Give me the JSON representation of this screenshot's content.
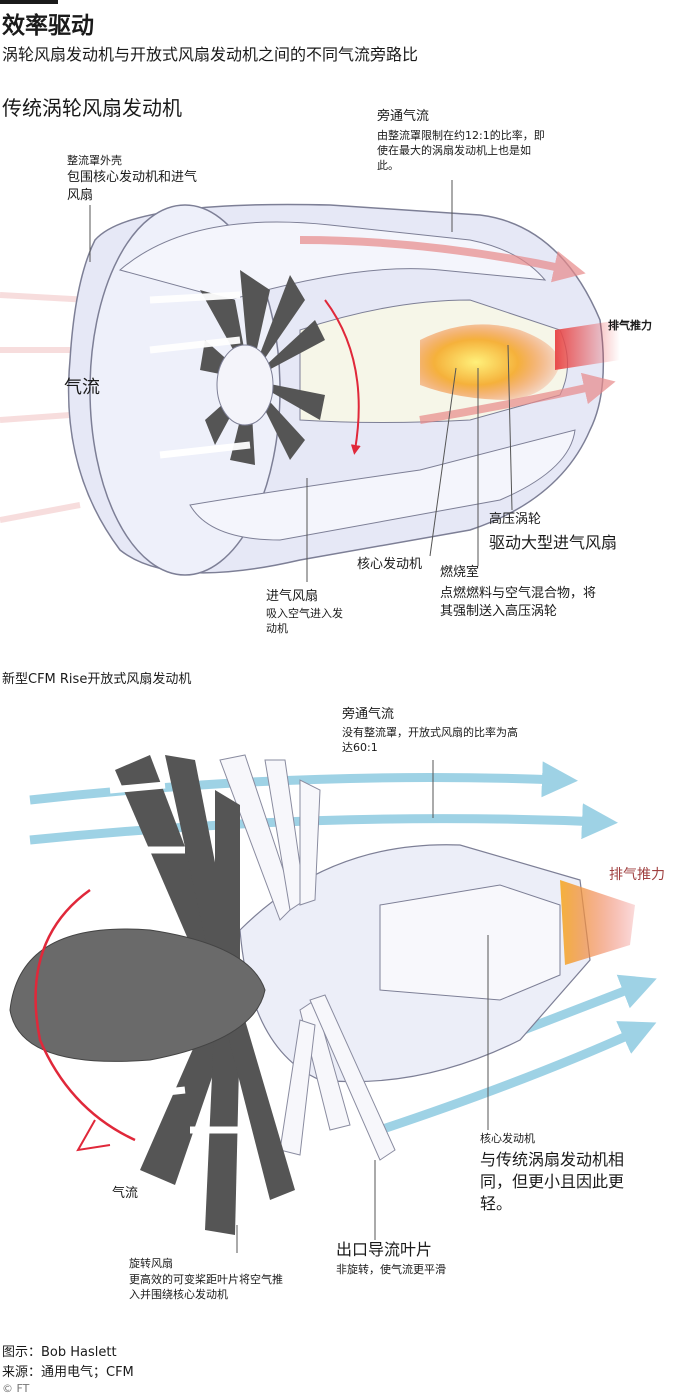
{
  "header": {
    "title": "效率驱动",
    "subtitle": "涡轮风扇发动机与开放式风扇发动机之间的不同气流旁路比"
  },
  "turbofan": {
    "section_title": "传统涡轮风扇发动机",
    "nacelle": {
      "title": "整流罩外壳",
      "desc": "包围核心发动机和进气风扇"
    },
    "bypass": {
      "title": "旁通气流",
      "desc": "由整流罩限制在约12:1的比率，即使在最大的涡扇发动机上也是如此。"
    },
    "exhaust": "排气推力",
    "airflow": "气流",
    "hp_turbine": {
      "title": "高压涡轮",
      "desc": "驱动大型进气风扇"
    },
    "core": "核心发动机",
    "combustor": {
      "title": "燃烧室",
      "desc": "点燃燃料与空气混合物，将其强制送入高压涡轮"
    },
    "fan": {
      "title": "进气风扇",
      "desc": "吸入空气进入发动机"
    }
  },
  "openfan": {
    "section_title": "新型CFM Rise开放式风扇发动机",
    "bypass": {
      "title": "旁通气流",
      "desc": "没有整流罩，开放式风扇的比率为高达60:1"
    },
    "exhaust": "排气推力",
    "core": {
      "title": "核心发动机",
      "desc": "与传统涡扇发动机相同，但更小且因此更轻。"
    },
    "airflow": "气流",
    "rotating_fan": {
      "title": "旋转风扇",
      "desc": "更高效的可变桨距叶片将空气推入并围绕核心发动机"
    },
    "outlet_vanes": {
      "title": "出口导流叶片",
      "desc": "非旋转，使气流更平滑"
    }
  },
  "footer": {
    "graphic": "图示：Bob Haslett",
    "source": "来源：通用电气；CFM",
    "copyright": "© FT"
  },
  "colors": {
    "bypass_arrow_red": "#e88a8a",
    "bypass_arrow_blue": "#7ec3dd",
    "rotation_red": "#e0283a",
    "exhaust_text": "#a04040",
    "engine_body": "#e6e8f6",
    "engine_outline": "#7d7f96",
    "fan_dark": "#4a4a4a",
    "fire": "#f5b13b"
  }
}
